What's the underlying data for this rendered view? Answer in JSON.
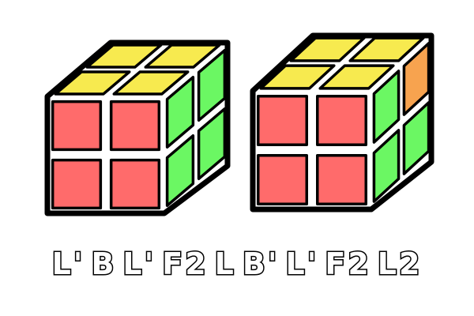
{
  "colors": {
    "yellow": "#f7ea4f",
    "red": "#ff6b6b",
    "green": "#6bf763",
    "orange": "#f7a34f",
    "outline": "#000000",
    "cube_bg": "#ffffff"
  },
  "cubes": [
    {
      "name": "cube-solved",
      "faces": {
        "top": [
          "yellow",
          "yellow",
          "yellow",
          "yellow"
        ],
        "front": [
          "red",
          "red",
          "red",
          "red"
        ],
        "right": [
          "green",
          "green",
          "green",
          "green"
        ]
      }
    },
    {
      "name": "cube-case",
      "faces": {
        "top": [
          "yellow",
          "yellow",
          "yellow",
          "yellow"
        ],
        "front": [
          "red",
          "red",
          "red",
          "red"
        ],
        "right": [
          "green",
          "orange",
          "green",
          "green"
        ]
      }
    }
  ],
  "algorithm": {
    "moves": [
      "L'",
      "B",
      "L'",
      "F2",
      "L",
      "B'",
      "L'",
      "F2",
      "L2"
    ]
  }
}
